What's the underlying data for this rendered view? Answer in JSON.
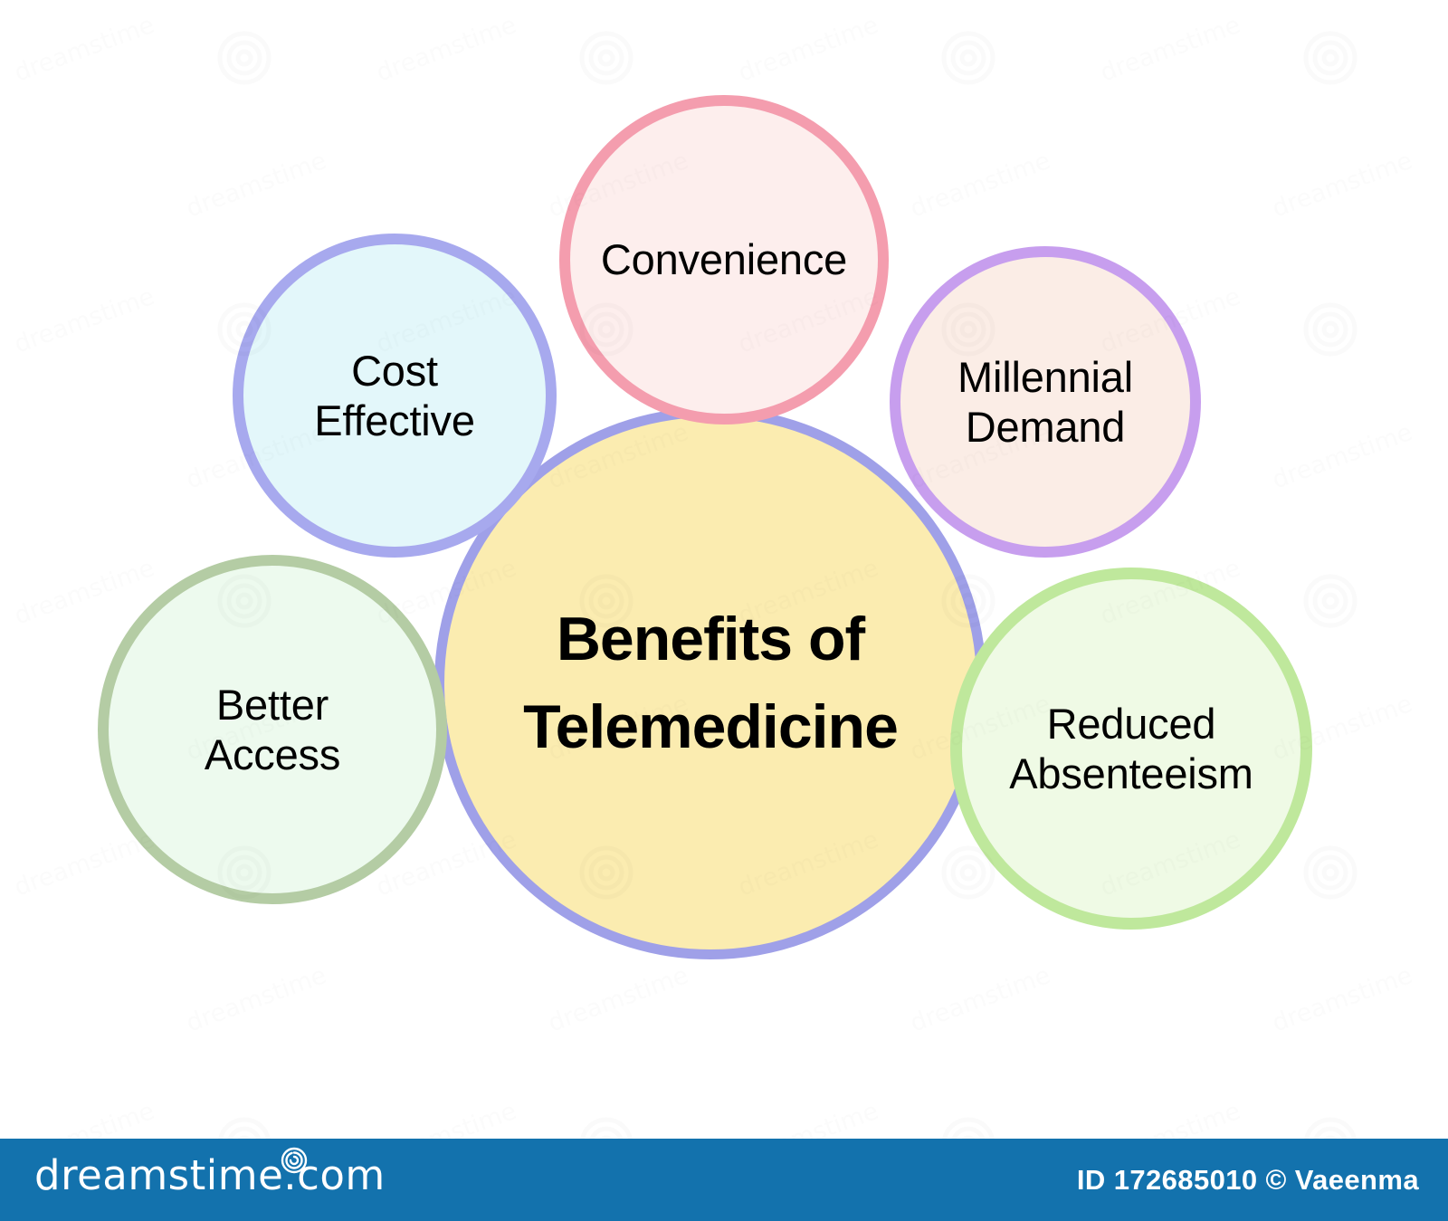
{
  "diagram": {
    "title": "Benefits of\nTelemedicine",
    "hub": {
      "label": "Benefits of\nTelemedicine",
      "fill": "#FBECB0",
      "border": "#9FA0E8"
    },
    "nodes": [
      {
        "id": "convenience",
        "label": "Convenience",
        "fill": "#FDEEED",
        "border": "#F49DAE",
        "position": "top"
      },
      {
        "id": "cost-effective",
        "label": "Cost\nEffective",
        "fill": "#E3F7FA",
        "border": "#A7A9EE",
        "position": "top-left"
      },
      {
        "id": "millennial-demand",
        "label": "Millennial\nDemand",
        "fill": "#FBEDE6",
        "border": "#C79EEE",
        "position": "top-right"
      },
      {
        "id": "better-access",
        "label": "Better\nAccess",
        "fill": "#EDFAEE",
        "border": "#B4CCA4",
        "position": "bottom-left"
      },
      {
        "id": "reduced-absenteeism",
        "label": "Reduced\nAbsenteeism",
        "fill": "#EFFAE5",
        "border": "#BFE89C",
        "position": "bottom-right"
      }
    ],
    "background": "#FFFFFF"
  },
  "watermark": {
    "text": "dreamstime"
  },
  "footer": {
    "background": "#1372AD",
    "logo_text": "dreamstime.com",
    "logo_icon": "spiral-icon",
    "credit": "ID 172685010 © Vaeenma"
  }
}
